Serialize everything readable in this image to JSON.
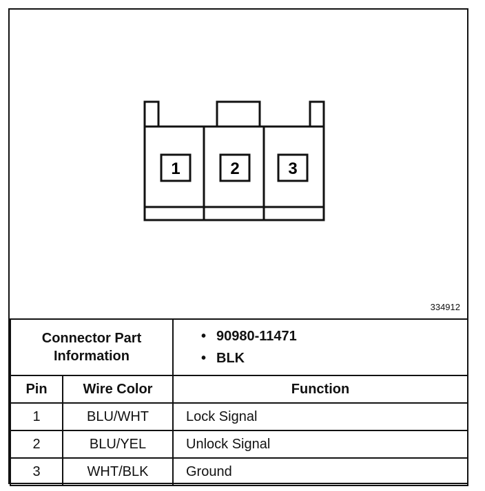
{
  "figure_id": "334912",
  "connector": {
    "pins": [
      "1",
      "2",
      "3"
    ]
  },
  "part_info": {
    "label": "Connector Part Information",
    "items": [
      "90980-11471",
      "BLK"
    ]
  },
  "table": {
    "headers": [
      "Pin",
      "Wire Color",
      "Function"
    ],
    "rows": [
      {
        "pin": "1",
        "color": "BLU/WHT",
        "function": "Lock Signal"
      },
      {
        "pin": "2",
        "color": "BLU/YEL",
        "function": "Unlock Signal"
      },
      {
        "pin": "3",
        "color": "WHT/BLK",
        "function": "Ground"
      }
    ]
  }
}
